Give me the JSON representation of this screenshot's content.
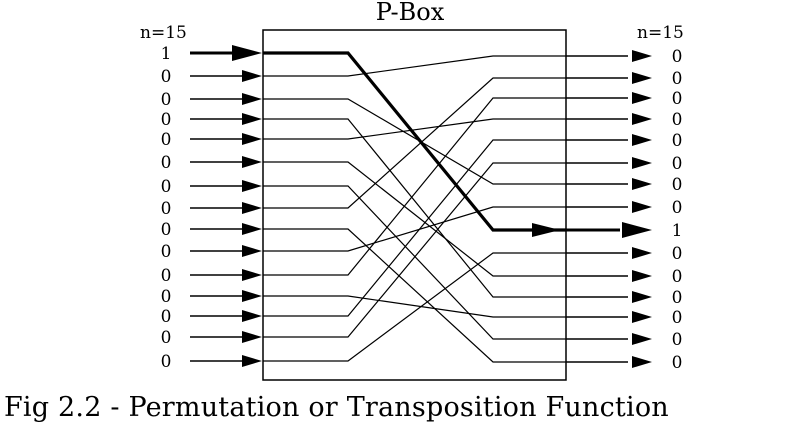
{
  "title": "P-Box",
  "input_count_label": "n=15",
  "output_count_label": "n=15",
  "inputs": [
    "1",
    "0",
    "0",
    "0",
    "0",
    "0",
    "0",
    "0",
    "0",
    "0",
    "0",
    "0",
    "0",
    "0",
    "0"
  ],
  "outputs": [
    "0",
    "0",
    "0",
    "0",
    "0",
    "0",
    "0",
    "0",
    "1",
    "0",
    "0",
    "0",
    "0",
    "0",
    "0"
  ],
  "permutation": [
    8,
    0,
    6,
    11,
    3,
    10,
    13,
    1,
    14,
    7,
    2,
    12,
    4,
    5,
    9
  ],
  "active_input": 0,
  "active_output": 8,
  "caption": "Fig 2.2 -  Permutation or Transposition Function"
}
